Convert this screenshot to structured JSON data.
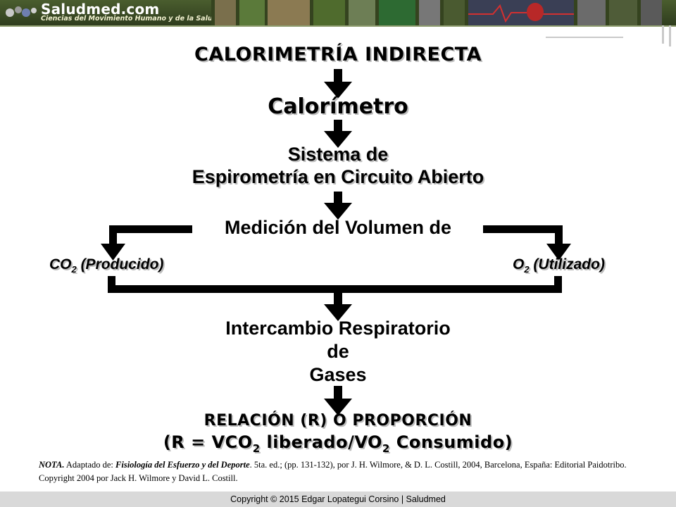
{
  "header": {
    "brand": "Saludmed.com",
    "tagline": "Ciencias del Movimiento Humano y de la Salud"
  },
  "diagram": {
    "title": "CALORIMETRÍA INDIRECTA",
    "step1": "Calorímetro",
    "step2_line1": "Sistema de",
    "step2_line2": "Espirometría en Circuito Abierto",
    "step3": "Medición del Volumen de",
    "left_label_pre": "CO",
    "left_label_sub": "2",
    "left_label_post": " (Producido)",
    "right_label_pre": "O",
    "right_label_sub": "2",
    "right_label_post": " (Utilizado)",
    "step4_line1": "Intercambio Respiratorio",
    "step4_line2": "de",
    "step4_line3": "Gases",
    "result_line1": "RELACIÓN (R) O PROPORCIÓN",
    "result_line2_a": "(R = VCO",
    "result_line2_sub1": "2",
    "result_line2_b": " liberado/VO",
    "result_line2_sub2": "2",
    "result_line2_c": " Consumido)"
  },
  "note": {
    "label": "NOTA.",
    "pre": " Adaptado de: ",
    "book": "Fisiología del Esfuerzo y del Deporte",
    "rest": ". 5ta. ed.; (pp. 131-132), por J. H. Wilmore,  & D. L. Costill, 2004, Barcelona, España: Editorial Paidotribo. Copyright 2004 por Jack H. Wilmore  y David L. Costill."
  },
  "footer": {
    "copyright": "Copyright © 2015 Edgar Lopategui Corsino | Saludmed"
  },
  "colors": {
    "banner": "#3b4a25",
    "text": "#000000",
    "shadow": "#bdbdbd",
    "footer_bg": "#d9d9d9"
  }
}
